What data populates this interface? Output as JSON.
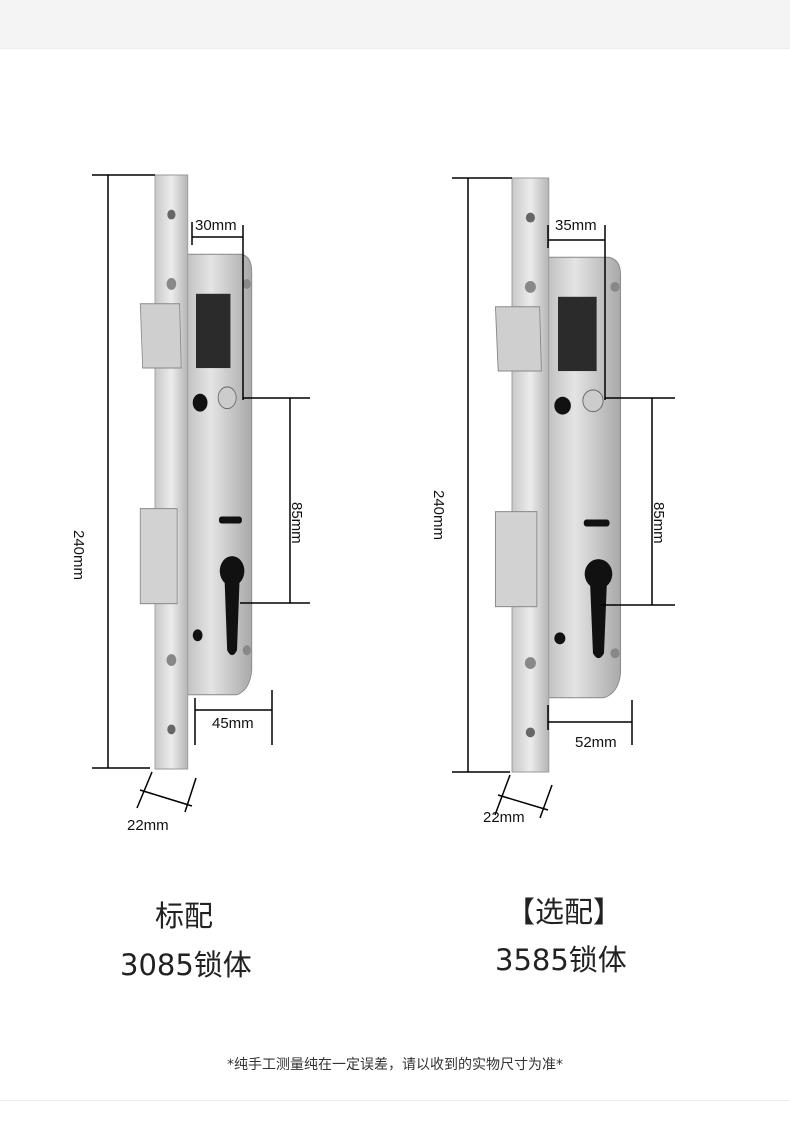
{
  "locks": [
    {
      "height_label": "240mm",
      "backset_label": "30mm",
      "center_label": "85mm",
      "body_label": "45mm",
      "faceplate_label": "22mm",
      "caption_line1": "标配",
      "caption_line2": "3085锁体"
    },
    {
      "height_label": "240mm",
      "backset_label": "35mm",
      "center_label": "85mm",
      "body_label": "52mm",
      "faceplate_label": "22mm",
      "caption_line1": "【选配】",
      "caption_line2": "3585锁体"
    }
  ],
  "footnote": "*纯手工测量纯在一定误差，请以收到的实物尺寸为准*",
  "colors": {
    "steel_light": "#dcdcdc",
    "steel_dark": "#9a9a9a",
    "line": "#000000"
  }
}
